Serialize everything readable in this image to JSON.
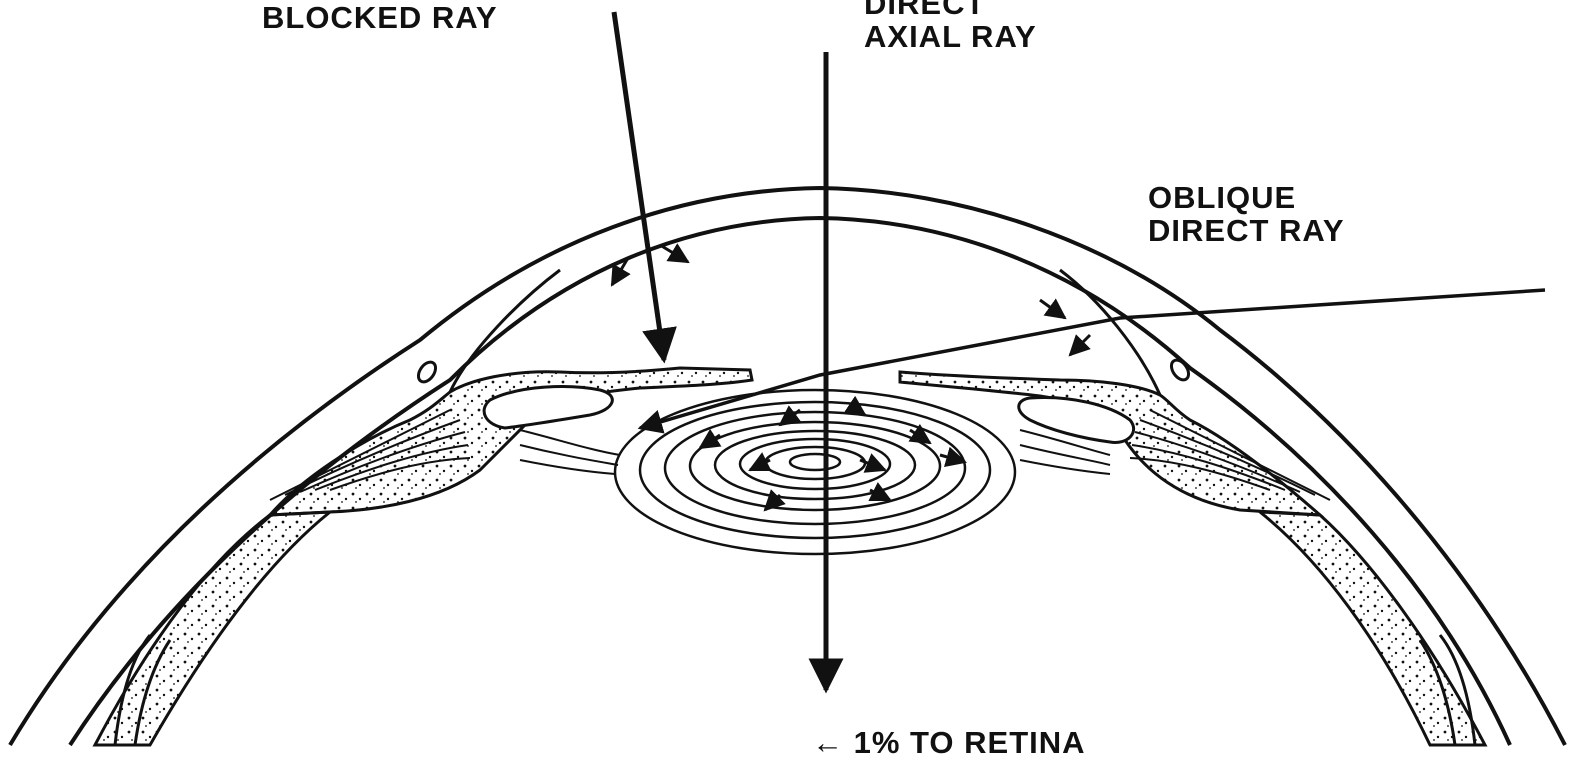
{
  "labels": {
    "blocked_ray": "BLOCKED RAY",
    "direct_axial_ray": [
      "DIRECT",
      "AXIAL RAY"
    ],
    "oblique_direct_ray": [
      "OBLIQUE",
      "DIRECT RAY"
    ],
    "to_retina": "← 1% TO RETINA"
  },
  "colors": {
    "ink": "#111111",
    "background": "#ffffff"
  }
}
